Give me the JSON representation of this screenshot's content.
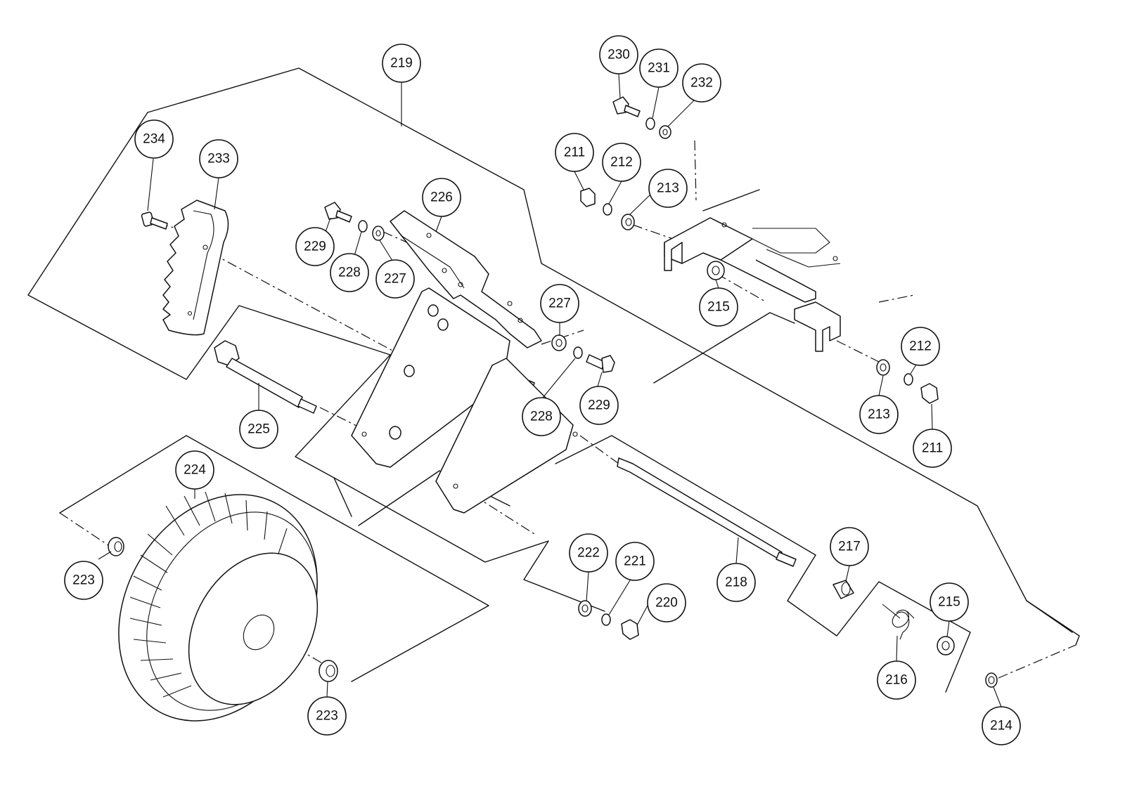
{
  "callouts": [
    {
      "id": "219",
      "label": "219"
    },
    {
      "id": "230",
      "label": "230"
    },
    {
      "id": "231",
      "label": "231"
    },
    {
      "id": "232",
      "label": "232"
    },
    {
      "id": "234",
      "label": "234"
    },
    {
      "id": "233",
      "label": "233"
    },
    {
      "id": "211a",
      "label": "211"
    },
    {
      "id": "212a",
      "label": "212"
    },
    {
      "id": "213a",
      "label": "213"
    },
    {
      "id": "226",
      "label": "226"
    },
    {
      "id": "229a",
      "label": "229"
    },
    {
      "id": "228a",
      "label": "228"
    },
    {
      "id": "227a",
      "label": "227"
    },
    {
      "id": "215a",
      "label": "215"
    },
    {
      "id": "227b",
      "label": "227"
    },
    {
      "id": "228b",
      "label": "228"
    },
    {
      "id": "229b",
      "label": "229"
    },
    {
      "id": "212b",
      "label": "212"
    },
    {
      "id": "213b",
      "label": "213"
    },
    {
      "id": "211b",
      "label": "211"
    },
    {
      "id": "225",
      "label": "225"
    },
    {
      "id": "224",
      "label": "224"
    },
    {
      "id": "223a",
      "label": "223"
    },
    {
      "id": "223b",
      "label": "223"
    },
    {
      "id": "222",
      "label": "222"
    },
    {
      "id": "221",
      "label": "221"
    },
    {
      "id": "220",
      "label": "220"
    },
    {
      "id": "218",
      "label": "218"
    },
    {
      "id": "217",
      "label": "217"
    },
    {
      "id": "215b",
      "label": "215"
    },
    {
      "id": "216",
      "label": "216"
    },
    {
      "id": "214",
      "label": "214"
    }
  ]
}
